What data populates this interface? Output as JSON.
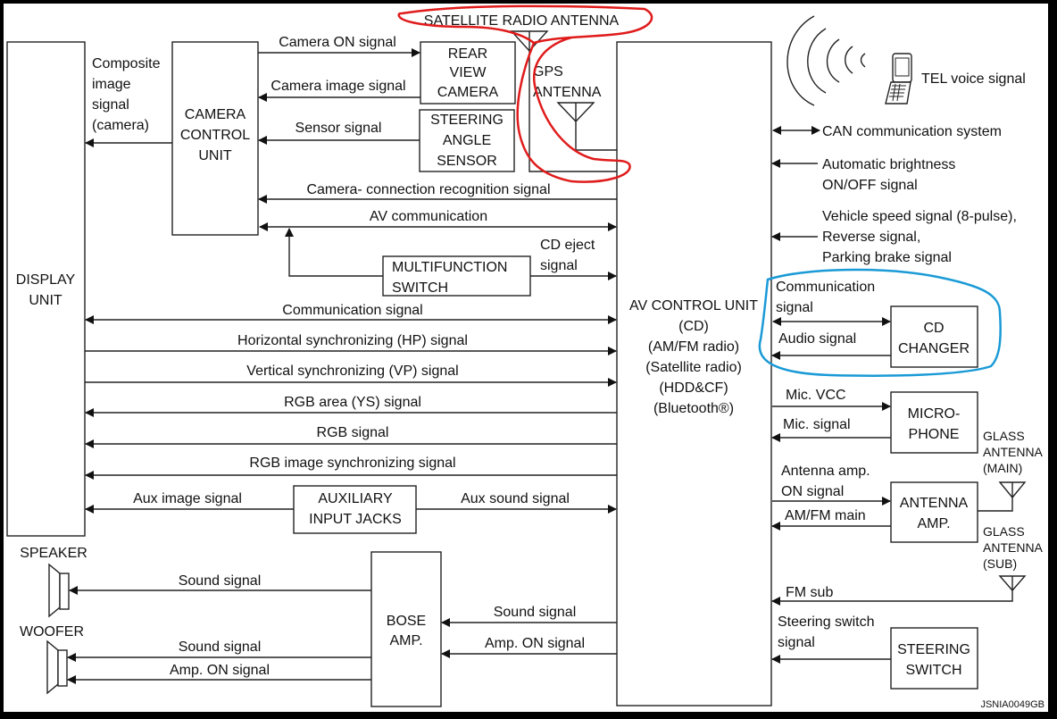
{
  "diagram": {
    "code": "JSNIA0049GB",
    "colors": {
      "line": "#222222",
      "annotation_red": "#e01b1b",
      "annotation_blue": "#1a9ad6",
      "frame": "#000000"
    },
    "components": {
      "display_unit": [
        "DISPLAY",
        "UNIT"
      ],
      "camera_control_unit": [
        "CAMERA",
        "CONTROL",
        "UNIT"
      ],
      "rear_view_camera": [
        "REAR",
        "VIEW",
        "CAMERA"
      ],
      "steering_angle_sensor": [
        "STEERING",
        "ANGLE",
        "SENSOR"
      ],
      "satellite_radio_antenna": "SATELLITE RADIO ANTENNA",
      "gps_antenna": [
        "GPS",
        "ANTENNA"
      ],
      "av_control_unit": [
        "AV CONTROL UNIT",
        "(CD)",
        "(AM/FM radio)",
        "(Satellite radio)",
        "(HDD&CF)",
        "(Bluetooth®)"
      ],
      "multifunction_switch": [
        "MULTIFUNCTION",
        "SWITCH"
      ],
      "auxiliary_input_jacks": [
        "AUXILIARY",
        "INPUT JACKS"
      ],
      "bose_amp": [
        "BOSE",
        "AMP."
      ],
      "speaker": "SPEAKER",
      "woofer": "WOOFER",
      "cd_changer": [
        "CD",
        "CHANGER"
      ],
      "microphone": [
        "MICRO-",
        "PHONE"
      ],
      "antenna_amp": [
        "ANTENNA",
        "AMP."
      ],
      "glass_antenna_main": [
        "GLASS",
        "ANTENNA",
        "(MAIN)"
      ],
      "glass_antenna_sub": [
        "GLASS",
        "ANTENNA",
        "(SUB)"
      ],
      "steering_switch": [
        "STEERING",
        "SWITCH"
      ],
      "phone": "mobile-phone-icon"
    },
    "signals": {
      "camera_on": "Camera ON signal",
      "camera_image": "Camera image signal",
      "sensor": "Sensor signal",
      "composite_image": [
        "Composite",
        "image",
        "signal",
        "(camera)"
      ],
      "camera_connection": "Camera- connection recognition signal",
      "av_communication": "AV communication",
      "cd_eject": [
        "CD eject",
        "signal"
      ],
      "communication": "Communication signal",
      "hp": "Horizontal synchronizing (HP) signal",
      "vp": "Vertical synchronizing (VP) signal",
      "ys": "RGB area (YS) signal",
      "rgb": "RGB signal",
      "rgb_sync": "RGB image synchronizing signal",
      "aux_image": "Aux image signal",
      "aux_sound": "Aux sound signal",
      "speaker_sound": "Sound signal",
      "woofer_sound": "Sound signal",
      "woofer_amp_on": "Amp. ON signal",
      "bose_sound": "Sound signal",
      "bose_amp_on": "Amp. ON signal",
      "tel_voice": "TEL voice signal",
      "can": "CAN communication system",
      "auto_brightness": [
        "Automatic brightness",
        "ON/OFF signal"
      ],
      "vehicle_speed": [
        "Vehicle speed signal (8-pulse),",
        "Reverse signal,",
        "Parking brake signal"
      ],
      "cd_communication": [
        "Communication",
        "signal"
      ],
      "cd_audio": "Audio signal",
      "mic_vcc": "Mic. VCC",
      "mic_signal": "Mic. signal",
      "antenna_amp_on": [
        "Antenna amp.",
        "ON signal"
      ],
      "am_fm_main": "AM/FM main",
      "fm_sub": "FM sub",
      "steering_switch_signal": [
        "Steering switch",
        "signal"
      ]
    }
  }
}
